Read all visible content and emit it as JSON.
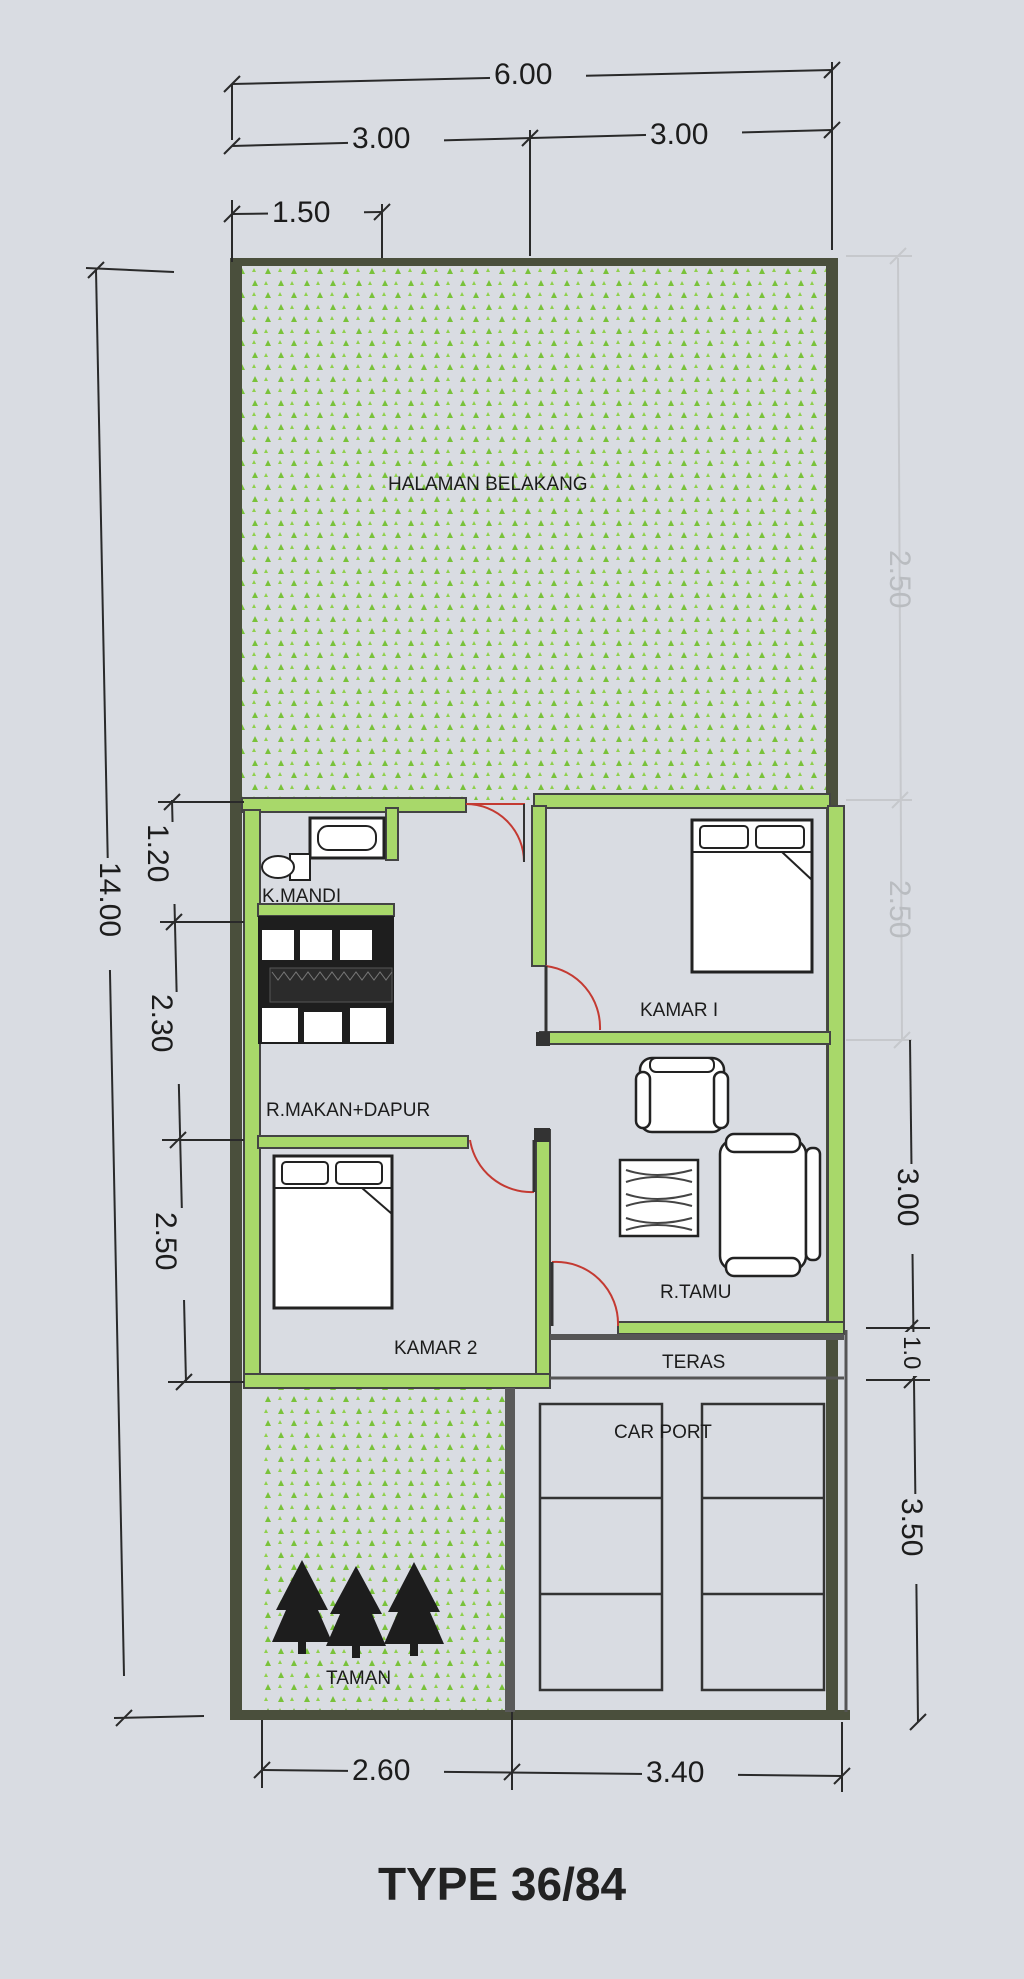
{
  "title": "TYPE 36/84",
  "dimensions": {
    "top_total": "6.00",
    "top_left_half": "3.00",
    "top_right_half": "3.00",
    "top_small": "1.50",
    "left_total": "14.00",
    "left_1": "1.20",
    "left_2": "2.30",
    "left_3": "2.50",
    "right_1": "2.50",
    "right_2": "2.50",
    "right_3": "3.00",
    "right_4": "1.0",
    "right_5": "3.50",
    "bottom_left": "2.60",
    "bottom_right": "3.40"
  },
  "rooms": {
    "backyard": "HALAMAN BELAKANG",
    "bathroom": "K.MANDI",
    "bedroom1": "KAMAR I",
    "dining_kitchen": "R.MAKAN+DAPUR",
    "living": "R.TAMU",
    "bedroom2": "KAMAR 2",
    "terrace": "TERAS",
    "carport": "CAR PORT",
    "garden": "TAMAN"
  },
  "colors": {
    "background": "#d9dce2",
    "wall_fill": "#a8d86a",
    "plant": "#79c23a",
    "dimension_line": "#2a2a2a"
  }
}
